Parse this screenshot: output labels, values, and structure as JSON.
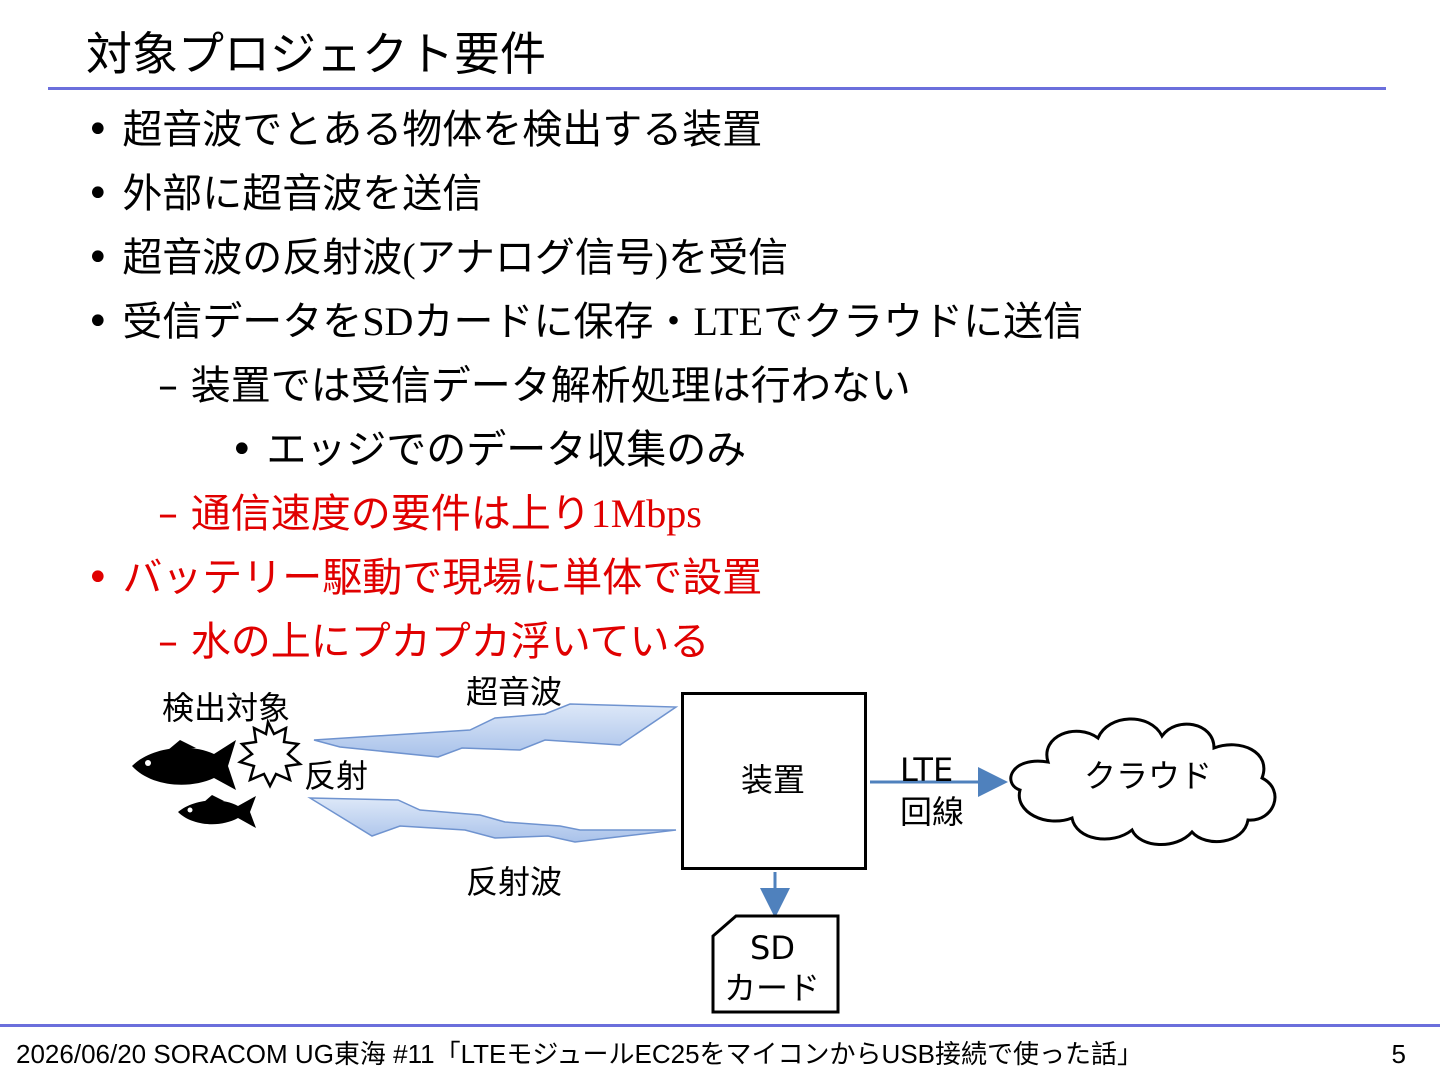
{
  "title": "対象プロジェクト要件",
  "bullets": [
    {
      "marker": "•",
      "parts": [
        "超音波でとある物体を検出する装置"
      ]
    },
    {
      "marker": "•",
      "parts": [
        "外部に超音波を送信"
      ]
    },
    {
      "marker": "•",
      "parts": [
        "超音波の反射波",
        "(",
        "アナログ信号",
        ")",
        "を受信"
      ]
    },
    {
      "marker": "•",
      "parts": [
        "受信データを",
        "SD",
        "カード",
        "に保存・",
        "LTE",
        "でクラウドに送信"
      ]
    },
    {
      "marker": "–",
      "parts": [
        "装置では受信データ解析処理は行わない"
      ]
    },
    {
      "marker": "•",
      "parts": [
        "エッジでのデータ収集のみ"
      ]
    },
    {
      "marker": "–",
      "parts": [
        "通信速度の要件は上り",
        "1Mbps"
      ]
    },
    {
      "marker": "•",
      "parts": [
        "バッテリー駆動で現場に単体で設置"
      ]
    },
    {
      "marker": "–",
      "parts": [
        "水の上にプカプカ浮いている"
      ]
    }
  ],
  "diagram": {
    "target_label": "検出対象",
    "ultrasound_label": "超音波",
    "reflect_label": "反射",
    "reflected_wave_label": "反射波",
    "device_label": "装置",
    "lte_label_1": "LTE",
    "lte_label_2": "回線",
    "cloud_label": "クラウド",
    "sd_label_1": "SD",
    "sd_label_2": "カード",
    "wave_fill": "#c5d6f0",
    "wave_stroke": "#6f93cf",
    "arrow_color": "#4f81bd"
  },
  "footer": {
    "text": "2026/06/20 SORACOM UG東海 #11「LTEモジュールEC25をマイコンからUSB接続で使った話」",
    "page": "5"
  },
  "colors": {
    "accent_rule": "#6b6fdc",
    "emphasis": "#e00000"
  }
}
